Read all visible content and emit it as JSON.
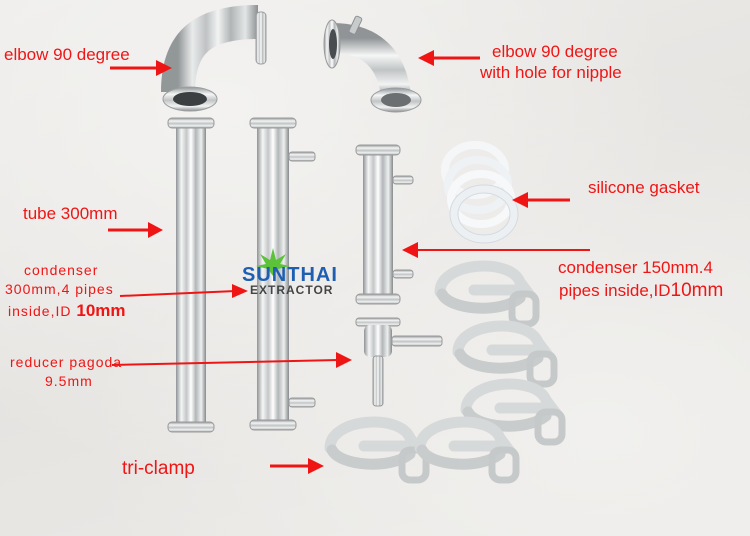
{
  "image": {
    "description": "Product photo of stainless steel distillation column parts on a white background with red labels",
    "background_color": "#ebe9e6",
    "label_color": "#f01515"
  },
  "watermark": {
    "brand_top": "SUNTHAI",
    "brand_bottom": "EXTRACTOR",
    "leaf_color": "#5cc23a",
    "text_color": "#1e5fb3",
    "sub_color": "#444444"
  },
  "labels": {
    "elbow_left": "elbow 90 degree",
    "elbow_right_line1": "elbow 90 degree",
    "elbow_right_line2": "with hole for nipple",
    "tube": "tube 300mm",
    "condenser_left_line1": "condenser",
    "condenser_left_line2": "300mm,4 pipes",
    "condenser_left_line3a": "inside,ID ",
    "condenser_left_line3b": "10mm",
    "silicone_gasket": "silicone gasket",
    "condenser_right_line1": "condenser 150mm.4",
    "condenser_right_line2a": "pipes inside,ID",
    "condenser_right_line2b": "10mm",
    "reducer_line1": "reducer pagoda",
    "reducer_line2": "9.5mm",
    "tri_clamp": "tri-clamp"
  },
  "parts": [
    {
      "name": "elbow 90 degree"
    },
    {
      "name": "elbow 90 degree with hole for nipple"
    },
    {
      "name": "tube 300mm"
    },
    {
      "name": "condenser 300mm"
    },
    {
      "name": "condenser 150mm"
    },
    {
      "name": "silicone gasket",
      "count": 4
    },
    {
      "name": "reducer pagoda 9.5mm"
    },
    {
      "name": "tri-clamp",
      "count": 5
    }
  ]
}
